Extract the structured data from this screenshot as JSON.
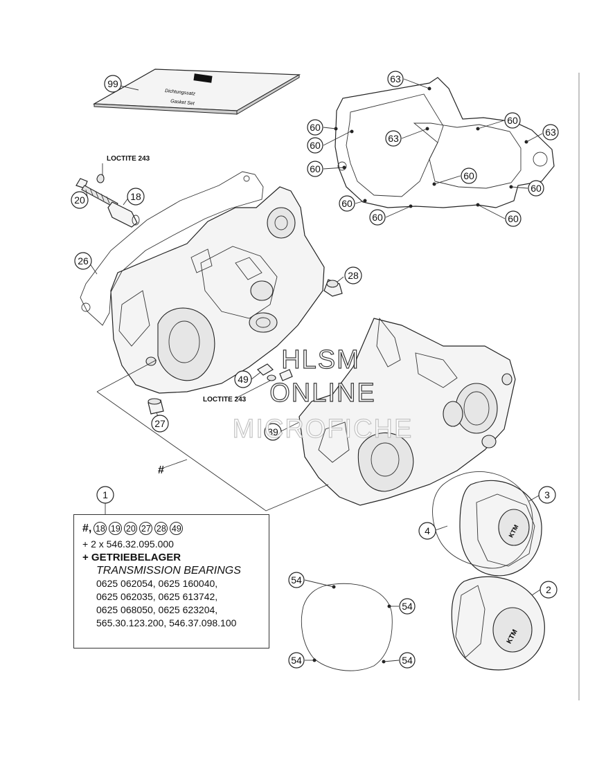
{
  "diagram": {
    "callouts": {
      "c99": "99",
      "c63a": "63",
      "c63b": "63",
      "c63c": "63",
      "c60a": "60",
      "c60b": "60",
      "c60c": "60",
      "c60d": "60",
      "c60e": "60",
      "c60f": "60",
      "c60g": "60",
      "c60h": "60",
      "c60i": "60",
      "c20": "20",
      "c18": "18",
      "c26": "26",
      "c28": "28",
      "c49": "49",
      "c27": "27",
      "c39": "39",
      "c1": "1",
      "c3": "3",
      "c4": "4",
      "c2": "2",
      "c54a": "54",
      "c54b": "54",
      "c54c": "54",
      "c54d": "54"
    },
    "loctite_top": "LOCTITE 243",
    "loctite_mid": "LOCTITE 243",
    "hash_label": "#",
    "manual_cover_text_1": "Dichtungssatz",
    "manual_cover_text_2": "Gasket Set"
  },
  "legend": {
    "hash": "#,",
    "refs": [
      "18",
      "19",
      "20",
      "27",
      "28",
      "49"
    ],
    "line_plus_bearings": "+ 2 x 546.32.095.000",
    "heading_de": "+ GETRIEBELAGER",
    "heading_en": "TRANSMISSION BEARINGS",
    "part_lines": [
      "0625 062054, 0625 160040,",
      "0625 062035, 0625 613742,",
      "0625 068050, 0625 623204,",
      "565.30.123.200, 546.37.098.100"
    ]
  },
  "watermark": {
    "line1": "HLSM",
    "line2": "ONLINE",
    "line3": "MICROFICHE"
  },
  "colors": {
    "ink": "#222222",
    "watermark": "#bdbdbd",
    "paper": "#ffffff"
  }
}
